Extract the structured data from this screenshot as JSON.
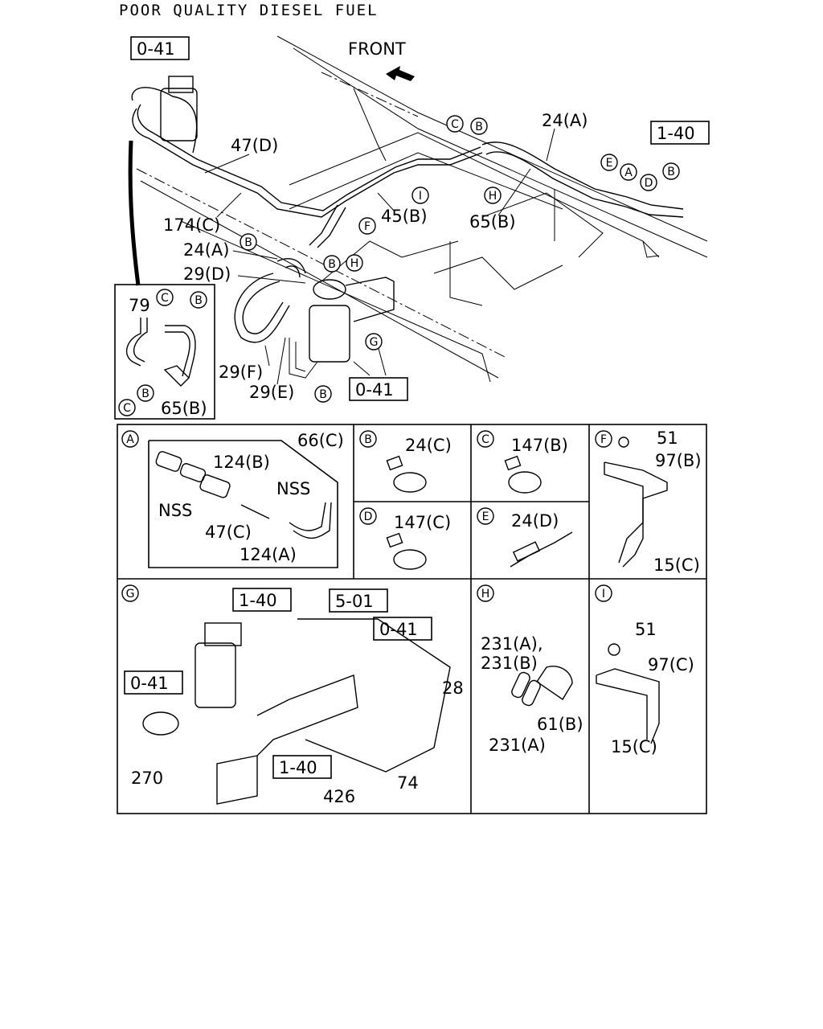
{
  "title": "POOR QUALITY DIESEL FUEL",
  "front_label": "FRONT",
  "main": {
    "refs": [
      "0-41",
      "1-40",
      "0-41"
    ],
    "labels": [
      "47(D)",
      "174(C)",
      "24(A)",
      "24(A)",
      "29(D)",
      "45(B)",
      "65(B)",
      "29(F)",
      "29(E)"
    ],
    "callouts": [
      "C",
      "B",
      "E",
      "A",
      "D",
      "B",
      "B",
      "B",
      "H",
      "I",
      "F",
      "H",
      "G",
      "B"
    ]
  },
  "inset": {
    "labels": [
      "79",
      "65(B)"
    ],
    "callouts": [
      "C",
      "B",
      "C",
      "B"
    ]
  },
  "panels": {
    "A": {
      "letter": "A",
      "labels": [
        "66(C)",
        "124(B)",
        "NSS",
        "NSS",
        "47(C)",
        "124(A)"
      ]
    },
    "B": {
      "letter": "B",
      "labels": [
        "24(C)"
      ]
    },
    "C": {
      "letter": "C",
      "labels": [
        "147(B)"
      ]
    },
    "D": {
      "letter": "D",
      "labels": [
        "147(C)"
      ]
    },
    "E": {
      "letter": "E",
      "labels": [
        "24(D)"
      ]
    },
    "F": {
      "letter": "F",
      "labels": [
        "51",
        "97(B)",
        "15(C)"
      ]
    },
    "G": {
      "letter": "G",
      "refs": [
        "1-40",
        "5-01",
        "0-41",
        "0-41",
        "1-40"
      ],
      "labels": [
        "28",
        "270",
        "426",
        "74"
      ]
    },
    "H": {
      "letter": "H",
      "labels": [
        "231(A),",
        "231(B)",
        "61(B)",
        "231(A)"
      ]
    },
    "I": {
      "letter": "I",
      "labels": [
        "51",
        "97(C)",
        "15(C)"
      ]
    }
  }
}
